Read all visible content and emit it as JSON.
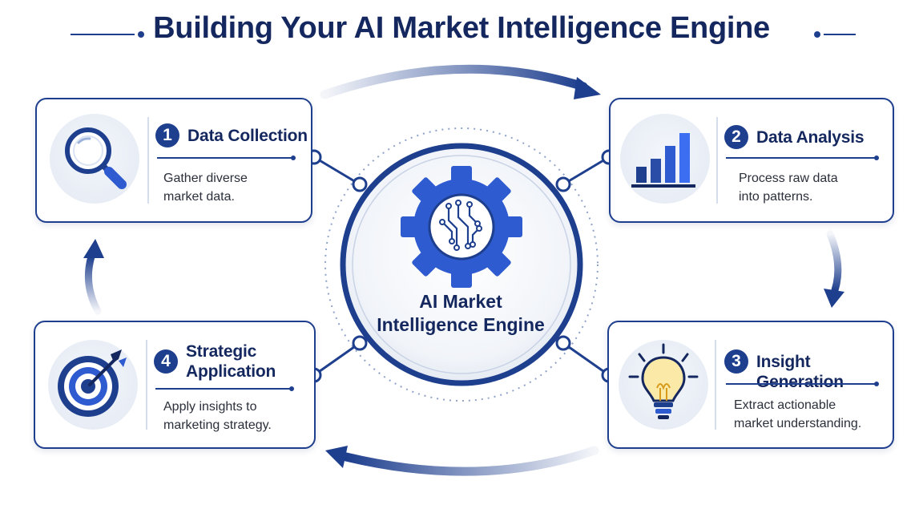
{
  "title": "Building Your AI Market Intelligence Engine",
  "center": {
    "line1": "AI Market",
    "line2": "Intelligence Engine",
    "icon": "gear-circuit-icon"
  },
  "steps": [
    {
      "number": "1",
      "title": "Data Collection",
      "desc_line1": "Gather diverse",
      "desc_line2": "market data.",
      "icon": "magnifier-icon"
    },
    {
      "number": "2",
      "title": "Data Analysis",
      "desc_line1": "Process raw data",
      "desc_line2": "into patterns.",
      "icon": "bar-chart-icon"
    },
    {
      "number": "3",
      "title": "Insight Generation",
      "desc_line1": "Extract actionable",
      "desc_line2": "market understanding.",
      "icon": "lightbulb-icon"
    },
    {
      "number": "4",
      "title_line1": "Strategic",
      "title_line2": "Application",
      "desc_line1": "Apply insights to",
      "desc_line2": "marketing strategy.",
      "icon": "target-icon"
    }
  ],
  "colors": {
    "primary": "#1e3f8e",
    "accent": "#2f5bd0",
    "title": "#14285f",
    "text": "#2a2f3a",
    "light": "#e3e9f3"
  }
}
